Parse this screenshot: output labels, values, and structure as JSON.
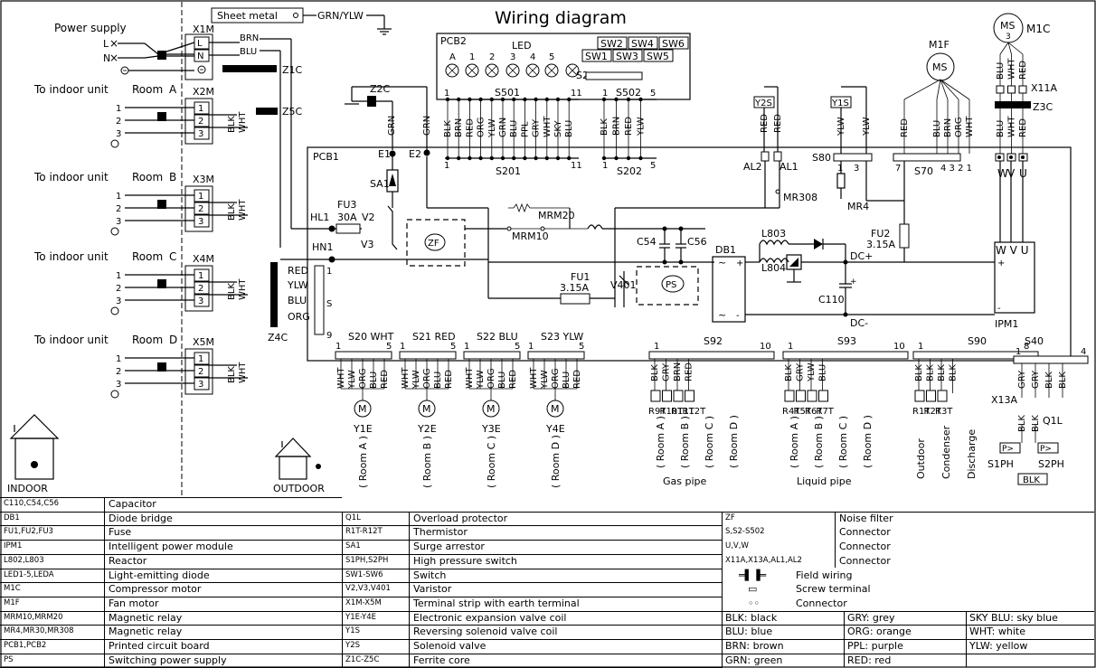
{
  "title": "Wiring diagram",
  "top_labels": {
    "sheet_metal": "Sheet metal",
    "grn_ylw": "GRN/YLW",
    "power_supply": "Power supply",
    "L": "L",
    "N": "N",
    "to_indoor_unit": "To indoor unit",
    "indoor": "INDOOR",
    "outdoor": "OUTDOOR"
  },
  "rooms": [
    {
      "room": "Room",
      "letter": "A",
      "terminal": "X2M"
    },
    {
      "room": "Room",
      "letter": "B",
      "terminal": "X3M"
    },
    {
      "room": "Room",
      "letter": "C",
      "terminal": "X4M"
    },
    {
      "room": "Room",
      "letter": "D",
      "terminal": "X5M"
    }
  ],
  "terminal_numbers": [
    "1",
    "2",
    "3"
  ],
  "power_terminal": {
    "name": "X1M",
    "pins": [
      "L",
      "N"
    ]
  },
  "wires": {
    "brn": "BRN",
    "blu": "BLU",
    "blk": "BLK",
    "wht": "WHT",
    "grn": "GRN",
    "red": "RED",
    "ylw": "YLW",
    "org": "ORG",
    "gry": "GRY",
    "ppl": "PPL",
    "sky": "SKY"
  },
  "ferrite": {
    "z1c": "Z1C",
    "z5c": "Z5C",
    "z4c": "Z4C",
    "z2c": "Z2C",
    "z3c": "Z3C"
  },
  "pcb1": {
    "name": "PCB1",
    "e1": "E1",
    "e2": "E2",
    "hl1": "HL1",
    "hn1": "HN1",
    "sa1": "SA1",
    "fu3": "FU3",
    "fu3_rating": "30A",
    "v2": "V2",
    "v3": "V3",
    "zf": "ZF",
    "mrm10": "MRM10",
    "mrm20": "MRM20",
    "mr308": "MR308",
    "mr4": "MR4",
    "al1": "AL1",
    "al2": "AL2",
    "c54": "C54",
    "c56": "C56",
    "db1": "DB1",
    "l803": "L803",
    "l804": "L804",
    "fu2": "FU2",
    "fu2_rating": "3.15A",
    "fu1": "FU1",
    "fu1_rating": "3.15A",
    "v401": "V401",
    "ps": "PS",
    "c110": "C110",
    "dc_plus": "DC+",
    "dc_minus": "DC-",
    "ipm1": "IPM1",
    "s201": "S201",
    "s202": "S202",
    "s80": "S80",
    "s70": "S70",
    "s_conn": "S",
    "plus": "+",
    "minus": "-"
  },
  "pcb2": {
    "name": "PCB2",
    "led": "LED",
    "led_labels": [
      "A",
      "1",
      "2",
      "3",
      "4",
      "5"
    ],
    "switches": [
      "SW2",
      "SW4",
      "SW6",
      "SW1",
      "SW3",
      "SW5"
    ],
    "s2": "S2",
    "s501": "S501",
    "s502": "S502"
  },
  "pins": {
    "one": "1",
    "two": "2",
    "three": "3",
    "four": "4",
    "five": "5",
    "seven": "7",
    "eight": "8",
    "nine": "9",
    "ten": "10",
    "eleven": "11",
    "s70_pins": "4 3 2 1"
  },
  "s501_wires": [
    "BLK",
    "BRN",
    "RED",
    "ORG",
    "YLW",
    "GRN",
    "BLU",
    "PPL",
    "GRY",
    "WHT",
    "SKY",
    "BLU"
  ],
  "s502_wires": [
    "BLK",
    "BRN",
    "RED",
    "YLW"
  ],
  "y2s": "Y2S",
  "y1s": "Y1S",
  "motors": {
    "m1f": "M1F",
    "m1c": "M1C",
    "ms": "MS",
    "x11a": "X11A",
    "uvw": [
      "W",
      "V",
      "U"
    ],
    "uvw_ipm": "W V U",
    "m1f_wires": [
      "RED",
      "BLU",
      "BRN",
      "ORG",
      "WHT"
    ],
    "m1c_wires": [
      "BLU",
      "WHT",
      "RED"
    ]
  },
  "valves": [
    {
      "conn": "S20",
      "color": "WHT",
      "coil": "Y1E"
    },
    {
      "conn": "S21",
      "color": "RED",
      "coil": "Y2E"
    },
    {
      "conn": "S22",
      "color": "BLU",
      "coil": "Y3E"
    },
    {
      "conn": "S23",
      "color": "YLW",
      "coil": "Y4E"
    }
  ],
  "valve_wires": [
    "WHT",
    "YLW",
    "ORG",
    "BLU",
    "RED"
  ],
  "motor_letter": "M",
  "thermistor_groups": [
    {
      "conn": "S92",
      "last_pin": "10",
      "wires": [
        "BLK",
        "GRY",
        "BRN",
        "RED"
      ],
      "names": [
        "R9T",
        "R10T",
        "R11T",
        "R12T"
      ],
      "note": "Gas pipe"
    },
    {
      "conn": "S93",
      "last_pin": "10",
      "wires": [
        "BLK",
        "GRY",
        "YLW",
        "BLU"
      ],
      "names": [
        "R4T",
        "R5T",
        "R6T",
        "R7T"
      ],
      "note": "Liquid pipe"
    },
    {
      "conn": "S90",
      "last_pin": "8",
      "wires": [
        "BLK",
        "BLK",
        "BLK",
        "BLK"
      ],
      "names": [
        "R1T",
        "R2T",
        "R3T"
      ],
      "note": ""
    }
  ],
  "room_rotated": [
    "( Room A )",
    "( Room B )",
    "( Room C )",
    "( Room D )"
  ],
  "outdoor_labels": [
    "Outdoor",
    "Condenser",
    "Discharge"
  ],
  "s40": {
    "conn": "S40",
    "x13a": "X13A",
    "q1l": "Q1L",
    "s1ph": "S1PH",
    "s2ph": "S2PH",
    "blk": "BLK",
    "p_symbol": "P>",
    "wires": [
      "GRY",
      "GRY",
      "BLK",
      "BLK"
    ]
  },
  "legend": {
    "col1": [
      {
        "code": "C110,C54,C56",
        "desc": "Capacitor"
      },
      {
        "code": "DB1",
        "desc": "Diode bridge"
      },
      {
        "code": "FU1,FU2,FU3",
        "desc": "Fuse"
      },
      {
        "code": "IPM1",
        "desc": "Intelligent power module"
      },
      {
        "code": "L802,L803",
        "desc": "Reactor"
      },
      {
        "code": "LED1-5,LEDA",
        "desc": "Light-emitting diode"
      },
      {
        "code": "M1C",
        "desc": "Compressor motor"
      },
      {
        "code": "M1F",
        "desc": "Fan motor"
      },
      {
        "code": "MRM10,MRM20",
        "desc": "Magnetic relay"
      },
      {
        "code": "MR4,MR30,MR308",
        "desc": "Magnetic relay"
      },
      {
        "code": "PCB1,PCB2",
        "desc": "Printed circuit board"
      },
      {
        "code": "PS",
        "desc": "Switching power supply"
      }
    ],
    "col2": [
      {
        "code": "Q1L",
        "desc": "Overload protector"
      },
      {
        "code": "R1T-R12T",
        "desc": "Thermistor"
      },
      {
        "code": "SA1",
        "desc": "Surge arrestor"
      },
      {
        "code": "S1PH,S2PH",
        "desc": "High pressure switch"
      },
      {
        "code": "SW1-SW6",
        "desc": "Switch"
      },
      {
        "code": "V2,V3,V401",
        "desc": "Varistor"
      },
      {
        "code": "X1M-X5M",
        "desc": "Terminal strip with earth terminal"
      },
      {
        "code": "Y1E-Y4E",
        "desc": "Electronic expansion valve coil"
      },
      {
        "code": "Y1S",
        "desc": "Reversing solenoid valve coil"
      },
      {
        "code": "Y2S",
        "desc": "Solenoid valve"
      },
      {
        "code": "Z1C-Z5C",
        "desc": "Ferrite core"
      }
    ],
    "col3": [
      {
        "code": "ZF",
        "desc": "Noise filter"
      },
      {
        "code": "S,S2-S502",
        "desc": "Connector"
      },
      {
        "code": "U,V,W",
        "desc": "Connector"
      },
      {
        "code": "X11A,X13A,AL1,AL2",
        "desc": "Connector"
      }
    ],
    "symbols": [
      {
        "icon": "field-wiring",
        "desc": "Field wiring"
      },
      {
        "icon": "screw-terminal",
        "desc": "Screw terminal"
      },
      {
        "icon": "connector",
        "desc": "Connector"
      }
    ],
    "colors": [
      [
        "BLK: black",
        "GRY: grey",
        "SKY BLU: sky blue"
      ],
      [
        "BLU: blue",
        "ORG: orange",
        "WHT: white"
      ],
      [
        "BRN: brown",
        "PPL: purple",
        "YLW: yellow"
      ],
      [
        "GRN: green",
        "RED: red",
        ""
      ]
    ]
  }
}
